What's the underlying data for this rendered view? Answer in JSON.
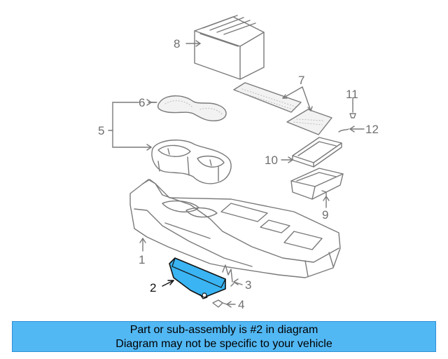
{
  "colors": {
    "line": "#7a7a7a",
    "highlight": "#3ab4f2",
    "caption_bg": "#52b8f4",
    "caption_border": "#2b8fd6"
  },
  "callouts": {
    "c1": "1",
    "c2": "2",
    "c3": "3",
    "c4": "4",
    "c5": "5",
    "c6": "6",
    "c7": "7",
    "c8": "8",
    "c9": "9",
    "c10": "10",
    "c11": "11",
    "c12": "12"
  },
  "highlighted_part": "2",
  "caption": {
    "line1": "Part or sub-assembly is #2 in diagram",
    "line2": "Diagram may not be specific to your vehicle"
  }
}
